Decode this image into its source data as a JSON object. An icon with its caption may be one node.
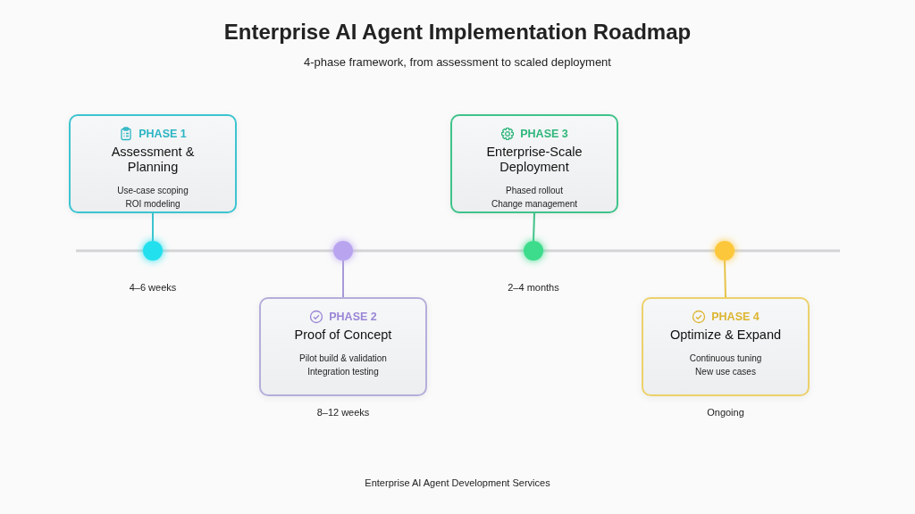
{
  "diagram": {
    "title": "Enterprise AI Agent Implementation Roadmap",
    "caption": "Enterprise AI Agent Development Services",
    "nodes": [
      {
        "text": [
          "PHASE 1",
          "Assessment & Planning",
          "Use-case scoping",
          "ROI modeling"
        ]
      },
      {
        "text": [
          "PHASE 3",
          "Enterprise-Scale Deployment",
          "Phased rollout",
          "Change management"
        ]
      },
      {
        "text": [],
        "shape": "circle",
        "beside": [
          "4–6 weeks"
        ]
      },
      {
        "text": [],
        "shape": "circle"
      },
      {
        "text": [],
        "shape": "circle",
        "beside": [
          "2–4 months"
        ]
      },
      {
        "text": [],
        "shape": "circle"
      },
      {
        "text": [
          "PHASE 2",
          "Proof of Concept",
          "Pilot build & validation",
          "Integration testing"
        ],
        "beside": [
          "8–12 weeks"
        ]
      },
      {
        "text": [
          "PHASE 4",
          "Optimize & Expand",
          "Continuous tuning",
          "New use cases"
        ],
        "beside": [
          "Ongoing"
        ]
      }
    ],
    "edges": [
      {
        "from": 0,
        "to": 2,
        "arrow": "none",
        "color": "#3cc4d0"
      },
      {
        "from": 1,
        "to": 4,
        "arrow": "none",
        "color": "#3fc38a"
      },
      {
        "from": 3,
        "to": 6,
        "arrow": "none",
        "color": "#a89ad8"
      },
      {
        "from": 5,
        "to": 7,
        "arrow": "none",
        "color": "#e6c34a"
      },
      {
        "from": 2,
        "to": 3,
        "arrow": "none"
      },
      {
        "from": 3,
        "to": 4,
        "arrow": "none"
      },
      {
        "from": 4,
        "to": 5,
        "arrow": "none"
      }
    ],
    "labels": [
      "4-phase framework, from assessment to scaled deployment"
    ]
  }
}
